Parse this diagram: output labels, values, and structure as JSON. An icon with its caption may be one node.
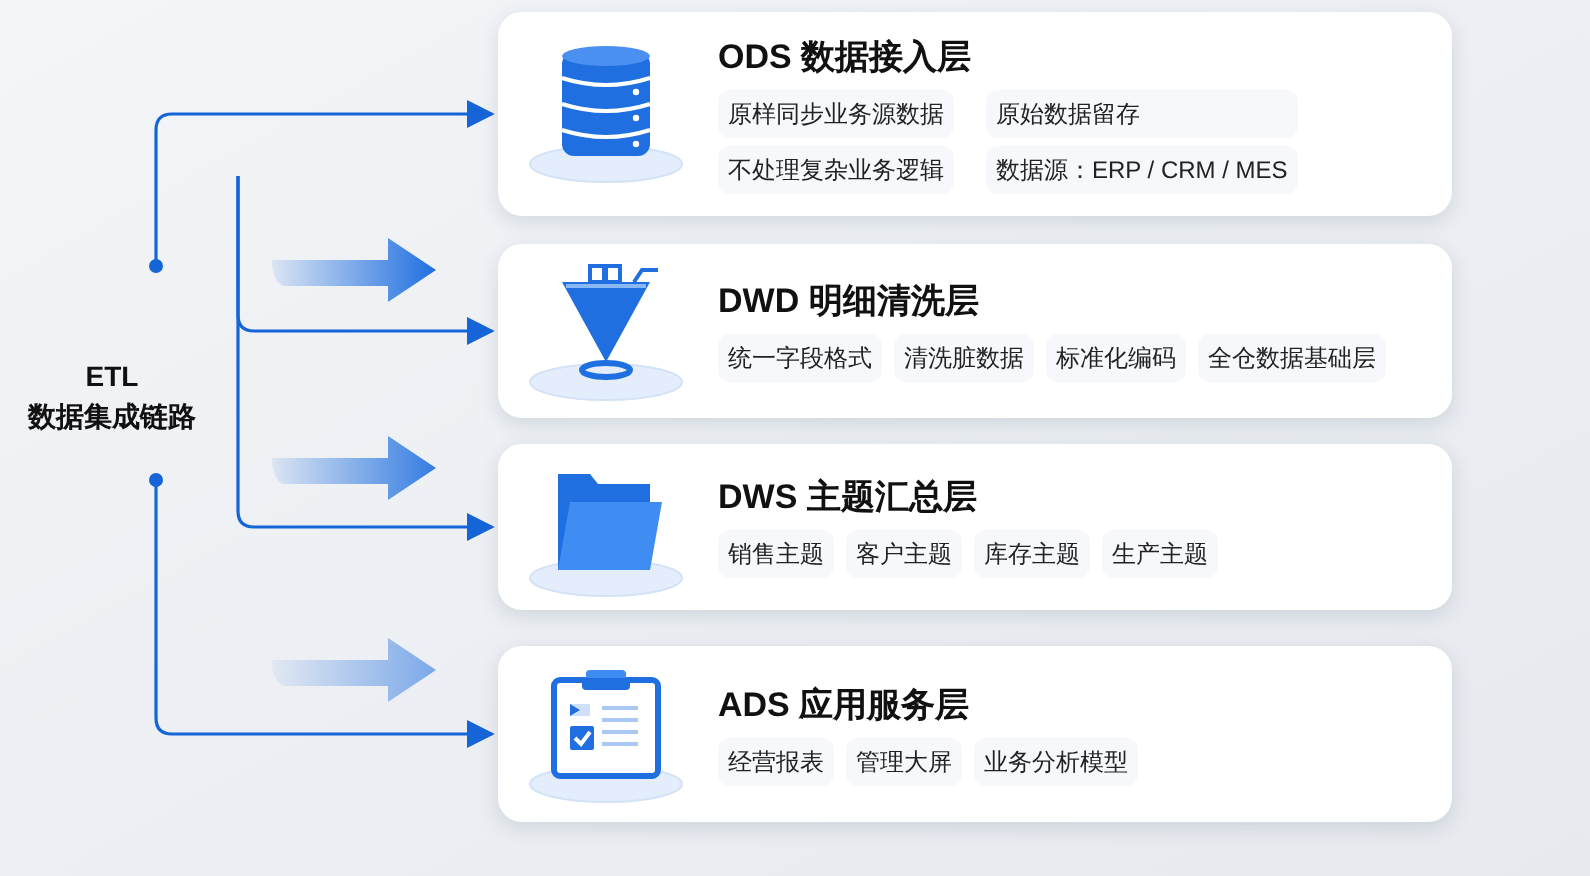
{
  "diagram": {
    "nodes": [
      {
        "text": [
          "ETL 数据集成链路"
        ]
      },
      {
        "text": [
          "ODS 数据接入层",
          "原样同步业务源数据",
          "原始数据留存",
          "不处理复杂业务逻辑",
          "数据源：ERP / CRM / MES"
        ]
      },
      {
        "text": [
          "DWD 明细清洗层",
          "统一字段格式",
          "清洗脏数据",
          "标准化编码",
          "全仓数据基础层"
        ]
      },
      {
        "text": [
          "DWS 主题汇总层",
          "销售主题",
          "客户主题",
          "库存主题",
          "生产主题"
        ]
      },
      {
        "text": [
          "ADS 应用服务层",
          "经营报表",
          "管理大屏",
          "业务分析模型"
        ]
      }
    ],
    "edges": [
      {
        "from": 0,
        "to": 1,
        "arrow": "to"
      },
      {
        "from": null,
        "to": 2,
        "arrow": "to"
      },
      {
        "from": null,
        "to": 3,
        "arrow": "to"
      },
      {
        "from": 0,
        "to": 4,
        "arrow": "to"
      }
    ]
  }
}
